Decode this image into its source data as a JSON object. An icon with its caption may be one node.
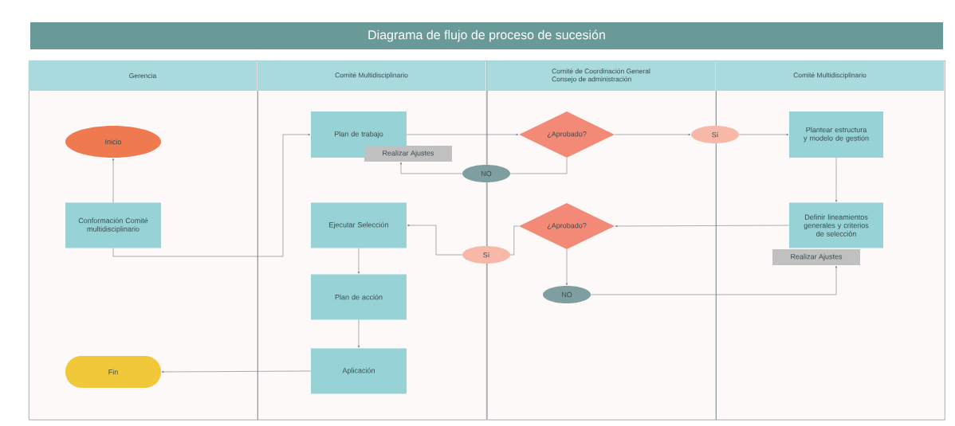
{
  "diagram": {
    "title": "Diagrama de flujo de proceso de sucesión",
    "nodes": [
      {
        "text": [
          "Gerencia"
        ]
      },
      {
        "text": [
          "Comité Multidisciplinario"
        ]
      },
      {
        "text": [
          "Comité de Coordinación General",
          "Consejo de administración"
        ]
      },
      {
        "text": [
          "Comité Multidisciplinario"
        ]
      },
      {
        "text": [
          "Inicio"
        ],
        "in": 0
      },
      {
        "text": [
          "Conformación Comité multidisciplinario"
        ],
        "in": 0
      },
      {
        "text": [
          "Fin"
        ],
        "in": 0
      },
      {
        "text": [
          "Plan de trabajo"
        ],
        "in": 1
      },
      {
        "text": [
          "Realizar Ajustes"
        ],
        "in": 1
      },
      {
        "text": [
          "Ejecutar Selección"
        ],
        "in": 1
      },
      {
        "text": [
          "Plan de acción"
        ],
        "in": 1
      },
      {
        "text": [
          "Aplicación"
        ],
        "in": 1
      },
      {
        "text": [
          "NO"
        ]
      },
      {
        "text": [
          "Sí"
        ]
      },
      {
        "text": [
          "¿Aprobado?"
        ],
        "in": 2
      },
      {
        "text": [
          "¿Aprobado?"
        ],
        "in": 2
      },
      {
        "text": [
          "Sí"
        ]
      },
      {
        "text": [
          "NO"
        ],
        "in": 2
      },
      {
        "text": [
          "Plantear estructura y modelo de gestión"
        ],
        "in": 3
      },
      {
        "text": [
          "Definir lineamientos generales y criterios de selección"
        ],
        "in": 3
      },
      {
        "text": [
          "Realizar Ajustes"
        ],
        "in": 3
      }
    ],
    "edges": [
      {
        "from": 5,
        "to": 4,
        "arrow": "to"
      },
      {
        "from": 5,
        "to": 7,
        "arrow": "to"
      },
      {
        "from": 7,
        "to": 14,
        "arrow": "to"
      },
      {
        "from": 14,
        "to": 16,
        "arrow": "to"
      },
      {
        "from": 16,
        "to": 18,
        "arrow": "to"
      },
      {
        "from": 14,
        "to": 12,
        "arrow": "none"
      },
      {
        "from": 12,
        "to": 8,
        "arrow": "to"
      },
      {
        "from": 18,
        "to": 19,
        "arrow": "to"
      },
      {
        "from": 19,
        "to": 15,
        "arrow": "to"
      },
      {
        "from": 15,
        "to": 13,
        "arrow": "none"
      },
      {
        "from": 13,
        "to": 9,
        "arrow": "to"
      },
      {
        "from": 15,
        "to": 17,
        "arrow": "to"
      },
      {
        "from": 17,
        "to": 20,
        "arrow": "to"
      },
      {
        "from": 9,
        "to": 10,
        "arrow": "to"
      },
      {
        "from": 10,
        "to": 11,
        "arrow": "to"
      },
      {
        "from": 11,
        "to": 6,
        "arrow": "to"
      }
    ]
  }
}
